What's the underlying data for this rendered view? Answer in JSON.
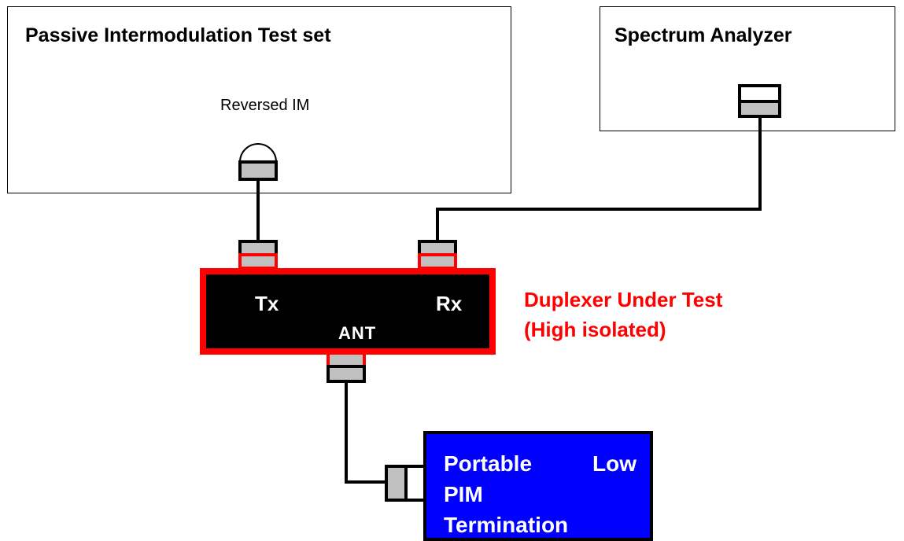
{
  "pim_test_set": {
    "title": "Passive Intermodulation Test set",
    "subtitle": "Reversed IM"
  },
  "spectrum_analyzer": {
    "title": "Spectrum Analyzer"
  },
  "duplexer": {
    "tx_label": "Tx",
    "rx_label": "Rx",
    "ant_label": "ANT",
    "caption_line1": "Duplexer Under Test",
    "caption_line2": "(High isolated)"
  },
  "load": {
    "title_line1": "Portable Low",
    "title_line2": "PIM",
    "title_line3": "Termination"
  },
  "colors": {
    "duplexer_border": "#ff0000",
    "duplexer_fill": "#000000",
    "connector_gray": "#c0c0c0",
    "load_fill": "#0000ff",
    "caption": "#ff0000"
  }
}
